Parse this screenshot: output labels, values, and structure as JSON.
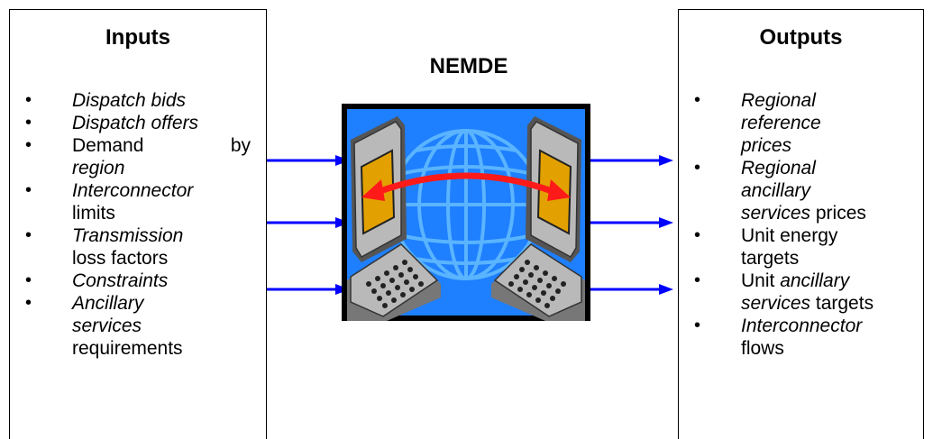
{
  "inputs": {
    "title": "Inputs",
    "items": [
      [
        {
          "t": "Dispatch bids",
          "i": true
        }
      ],
      [
        {
          "t": "Dispatch offers",
          "i": true
        }
      ],
      [
        {
          "t": "Demand by",
          "i": false
        },
        {
          "t": "region",
          "i": true
        }
      ],
      [
        {
          "t": "Interconnector",
          "i": true
        },
        {
          "t": "limits",
          "i": false
        }
      ],
      [
        {
          "t": "Transmission",
          "i": true
        },
        {
          "t": "loss factors",
          "i": false
        }
      ],
      [
        {
          "t": "Constraints",
          "i": true
        }
      ],
      [
        {
          "t": "Ancillary services",
          "i": true
        },
        {
          "t": "requirements",
          "i": false
        }
      ]
    ]
  },
  "center": {
    "title": "NEMDE"
  },
  "outputs": {
    "title": "Outputs",
    "items": [
      [
        {
          "t": "Regional reference prices",
          "i": true
        }
      ],
      [
        {
          "t": "Regional ancillary services",
          "i": true
        },
        {
          "t": "prices",
          "i": false
        }
      ],
      [
        {
          "t": "Unit energy targets",
          "i": false
        }
      ],
      [
        {
          "t": "Unit",
          "i": false
        },
        {
          "t": "ancillary services",
          "i": true
        },
        {
          "t": "targets",
          "i": false
        }
      ],
      [
        {
          "t": "Interconnector",
          "i": true
        },
        {
          "t": "flows",
          "i": false
        }
      ]
    ]
  },
  "colors": {
    "arrow": "#0000ff",
    "graphic_background": "#1e7fff",
    "globe": "#5ab4ff",
    "double_arrow": "#ff1a1a",
    "screen": "#e2a100",
    "computer_frame": "#b9b9b9"
  }
}
